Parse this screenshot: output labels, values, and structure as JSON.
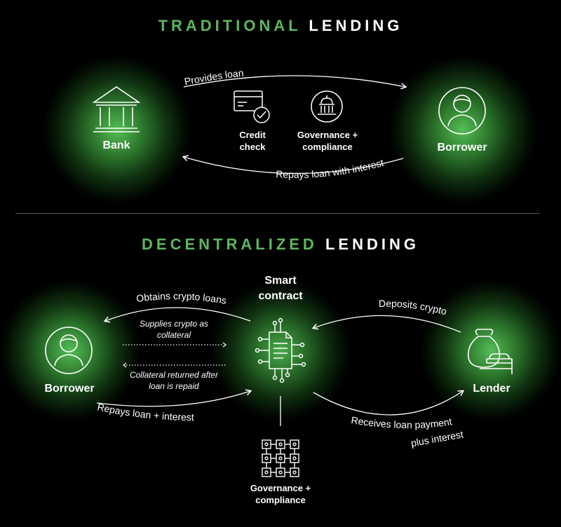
{
  "traditional": {
    "title_highlight": "TRADITIONAL",
    "title_rest": "LENDING",
    "bank_label": "Bank",
    "borrower_label": "Borrower",
    "provides_loan": "Provides loan",
    "repays_loan": "Repays loan with interest",
    "credit_check": "Credit check",
    "governance": "Governance + compliance"
  },
  "decentralized": {
    "title_highlight": "DECENTRALIZED",
    "title_rest": "LENDING",
    "borrower_label": "Borrower",
    "smart_contract": "Smart contract",
    "lender_label": "Lender",
    "obtains_loans": "Obtains crypto loans",
    "supplies_crypto": "Supplies crypto as collateral",
    "collateral_returned": "Collateral returned after loan is repaid",
    "repays_interest": "Repays loan + interest",
    "deposits_crypto": "Deposits crypto",
    "receives_payment_1": "Receives loan payment",
    "receives_payment_2": "plus interest",
    "governance": "Governance + compliance"
  },
  "colors": {
    "accent_green": "#5cb85c",
    "background": "#000000",
    "line": "#ffffff"
  }
}
